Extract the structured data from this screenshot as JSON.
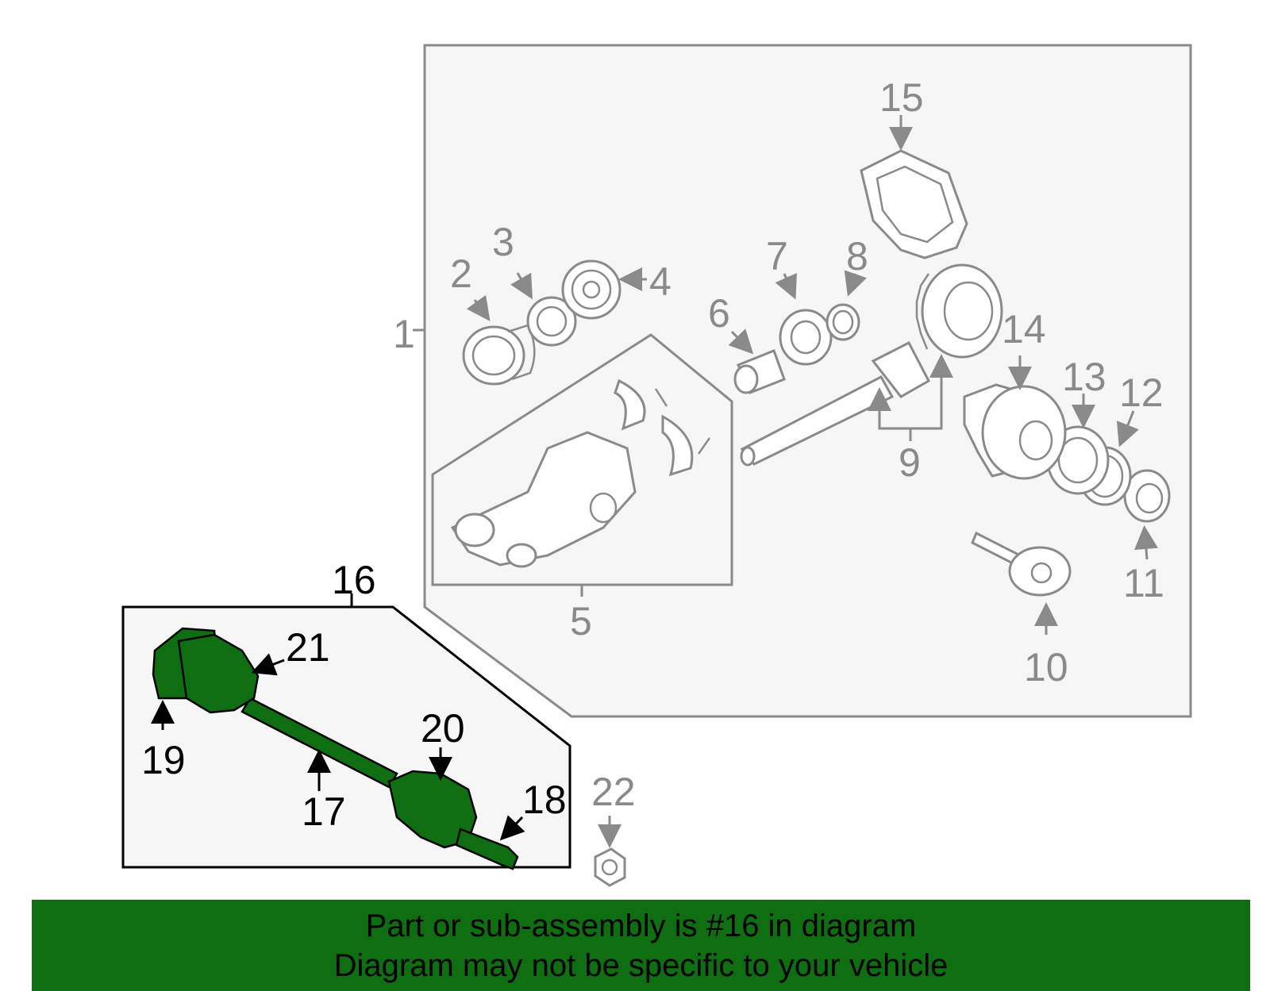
{
  "diagram": {
    "labels": {
      "p1": "1",
      "p2": "2",
      "p3": "3",
      "p4": "4",
      "p5": "5",
      "p6": "6",
      "p7": "7",
      "p8": "8",
      "p9": "9",
      "p10": "10",
      "p11": "11",
      "p12": "12",
      "p13": "13",
      "p14": "14",
      "p15": "15",
      "p16": "16",
      "p17": "17",
      "p18": "18",
      "p19": "19",
      "p20": "20",
      "p21": "21",
      "p22": "22"
    },
    "highlight_color": "#0f6e12",
    "highlighted_part": "16"
  },
  "banner": {
    "line1": "Part or sub-assembly is #16 in diagram",
    "line2": "Diagram may not be specific to your vehicle"
  }
}
